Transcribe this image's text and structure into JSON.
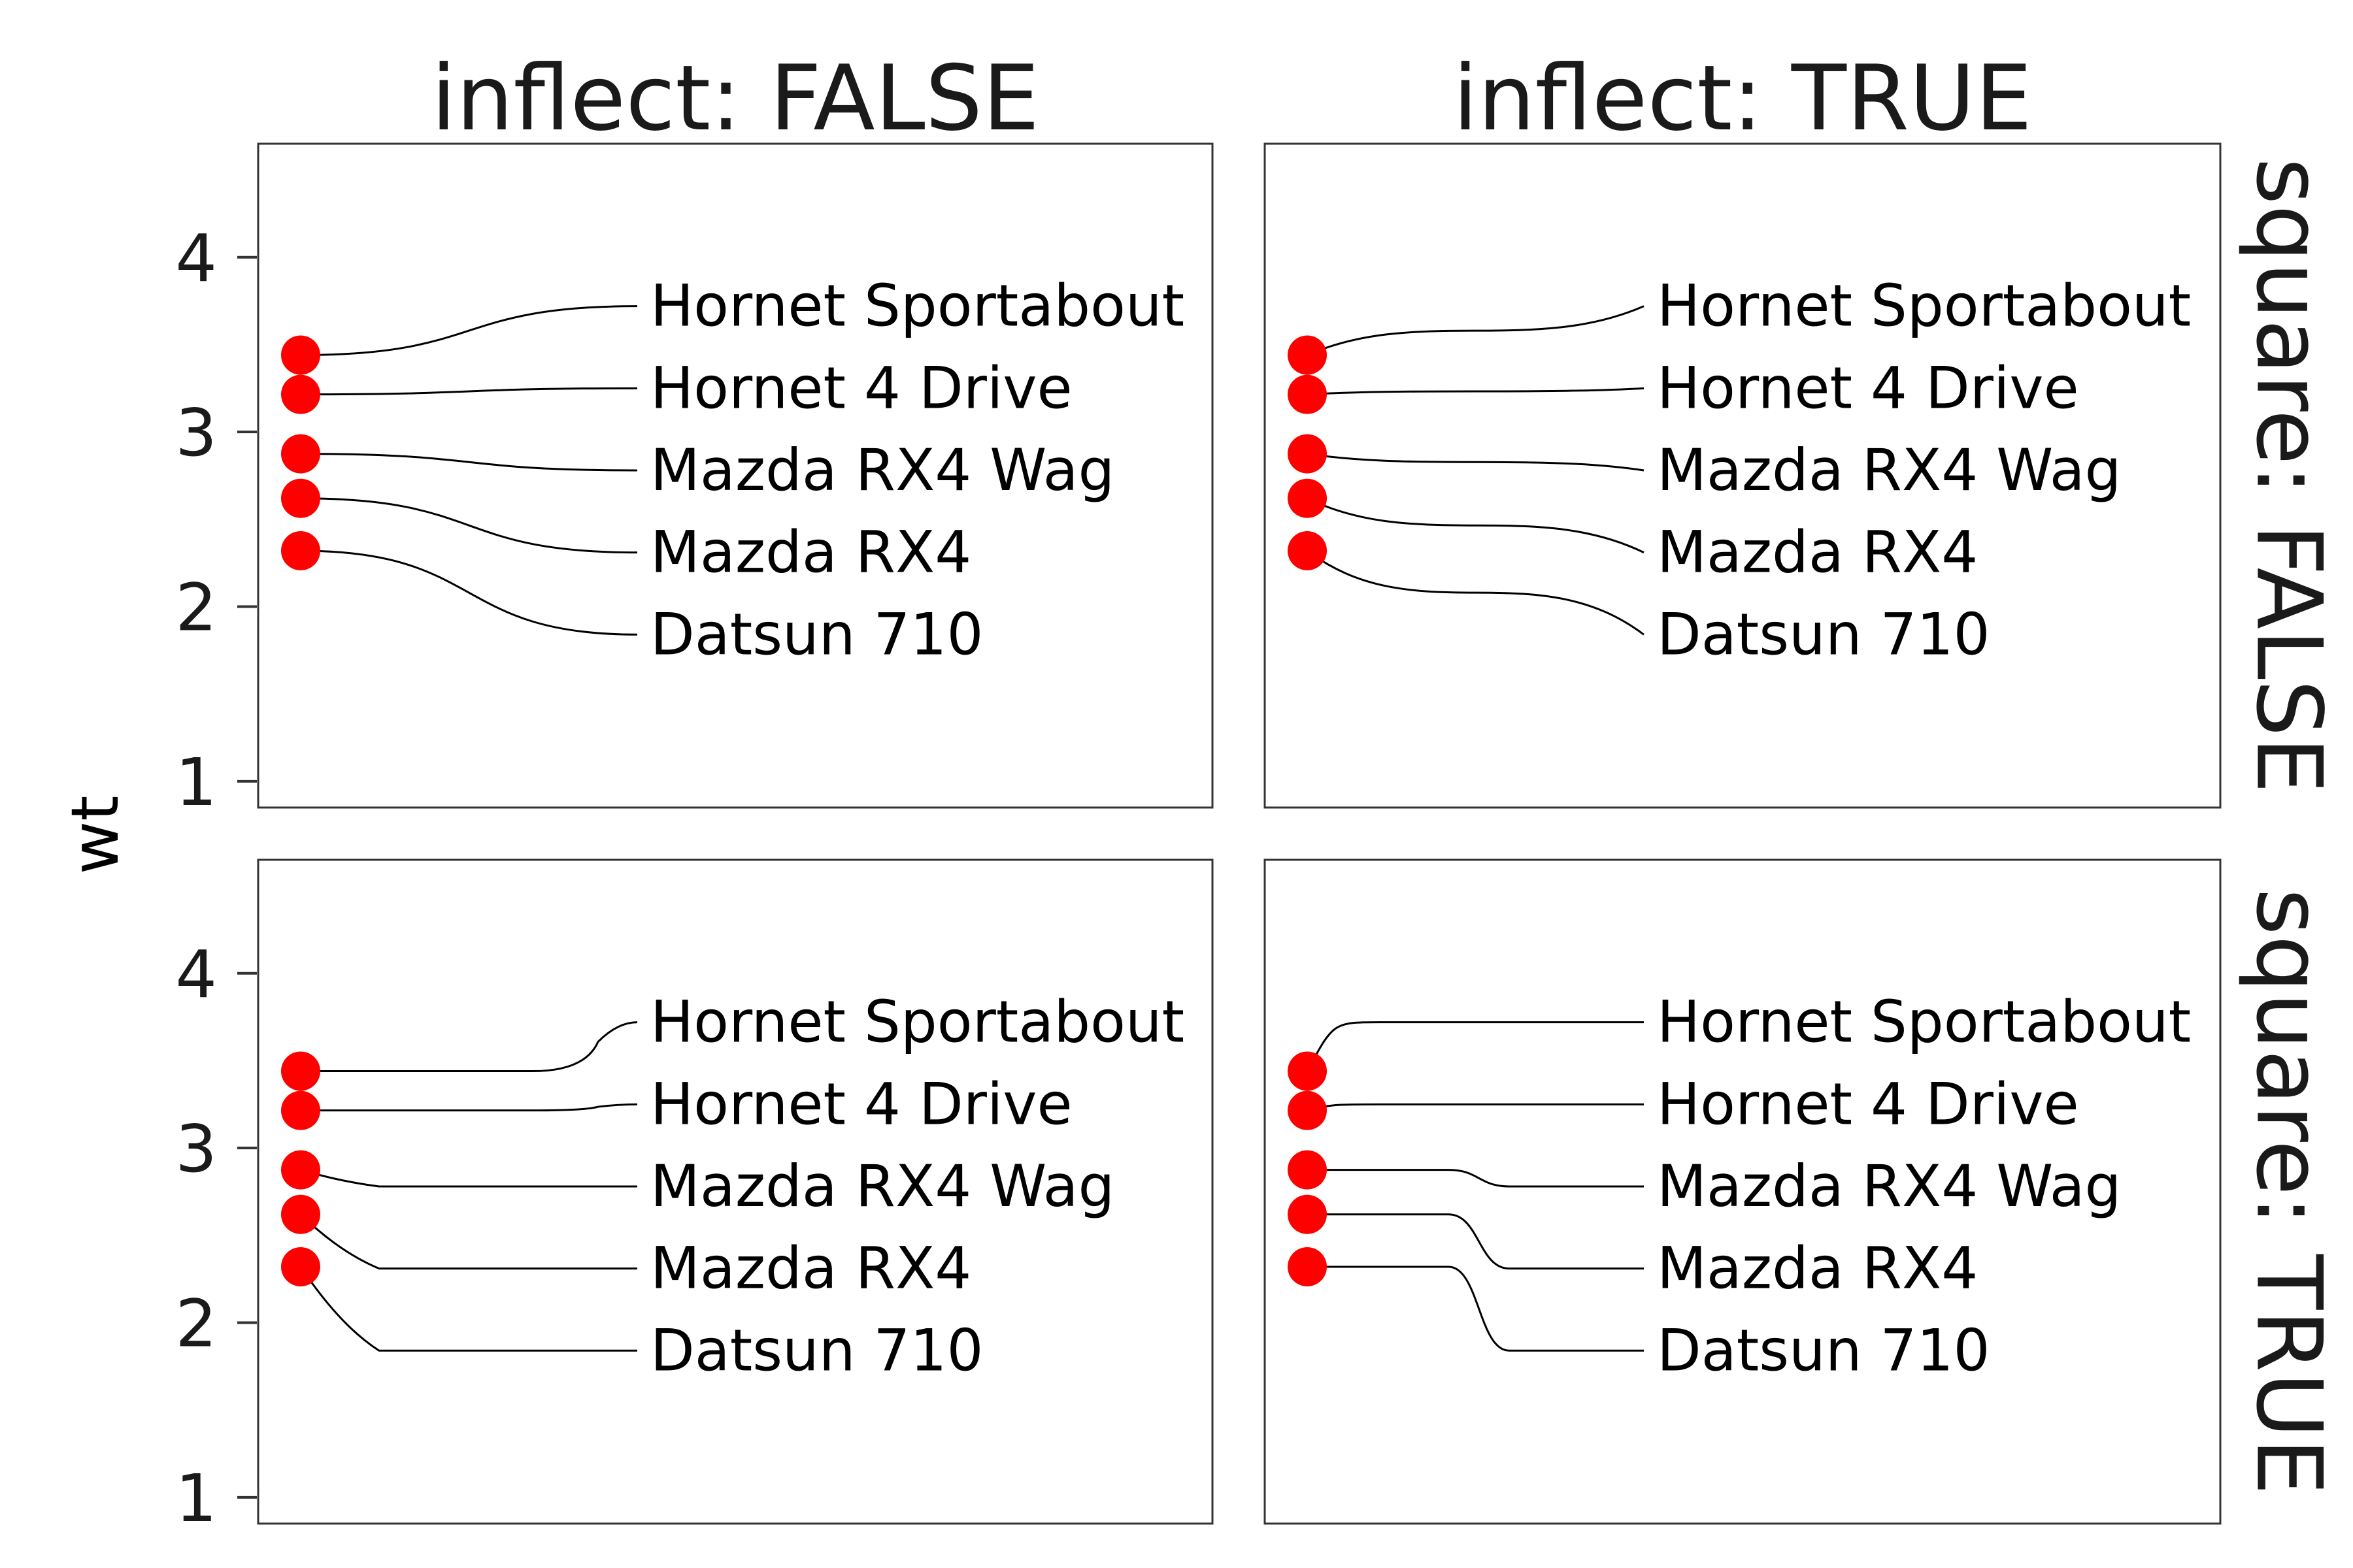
{
  "chart_data": {
    "type": "scatter",
    "ylabel": "wt",
    "xlabel": "",
    "ylim": [
      0.85,
      4.65
    ],
    "yticks": [
      1,
      2,
      3,
      4
    ],
    "colors": {
      "point": "#ff0000",
      "segment": "#000000",
      "frame": "#333333"
    },
    "col_facet": {
      "variable": "inflect",
      "levels": [
        "inflect: FALSE",
        "inflect: TRUE"
      ]
    },
    "row_facet": {
      "variable": "square",
      "levels": [
        "square: FALSE",
        "square: TRUE"
      ]
    },
    "points": [
      {
        "label": "Hornet Sportabout",
        "wt": 3.44,
        "label_y": 3.72
      },
      {
        "label": "Hornet 4 Drive",
        "wt": 3.215,
        "label_y": 3.25
      },
      {
        "label": "Mazda RX4 Wag",
        "wt": 2.875,
        "label_y": 2.78
      },
      {
        "label": "Mazda RX4",
        "wt": 2.62,
        "label_y": 2.31
      },
      {
        "label": "Datsun 710",
        "wt": 2.32,
        "label_y": 1.84
      }
    ],
    "panels": [
      {
        "inflect": false,
        "square": false
      },
      {
        "inflect": true,
        "square": false
      },
      {
        "inflect": false,
        "square": true
      },
      {
        "inflect": true,
        "square": true
      }
    ]
  }
}
